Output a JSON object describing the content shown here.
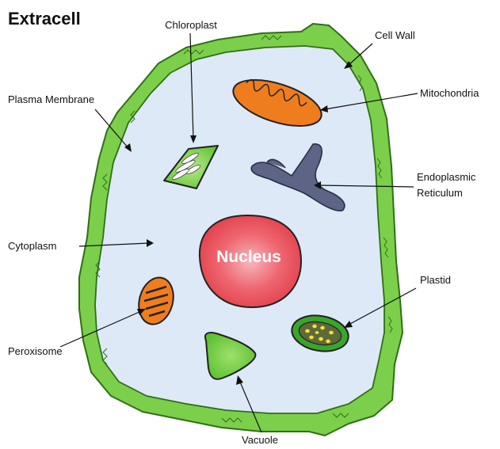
{
  "title": "Extracell",
  "labels": {
    "chloroplast": "Chloroplast",
    "cell_wall": "Cell Wall",
    "plasma_membrane": "Plasma Membrane",
    "mitochondria": "Mitochondria",
    "endoplasmic_line1": "Endoplasmic",
    "endoplasmic_line2": "Reticulum",
    "cytoplasm": "Cytoplasm",
    "nucleus": "Nucleus",
    "plastid": "Plastid",
    "peroxisome": "Peroxisome",
    "vacuole": "Vacuole"
  },
  "colors": {
    "cell_wall": "#7ccf4a",
    "cytoplasm": "#dde9f6",
    "nucleus": "#e8505a",
    "mitochondria": "#f07d1d",
    "chloroplast": "#72cc3c",
    "endoplasmic_reticulum": "#5e6485",
    "peroxisome": "#f07d1d",
    "vacuole": "#6dca3a",
    "plastid_outer": "#3aa52a",
    "plastid_dots": "#f3e34a"
  }
}
